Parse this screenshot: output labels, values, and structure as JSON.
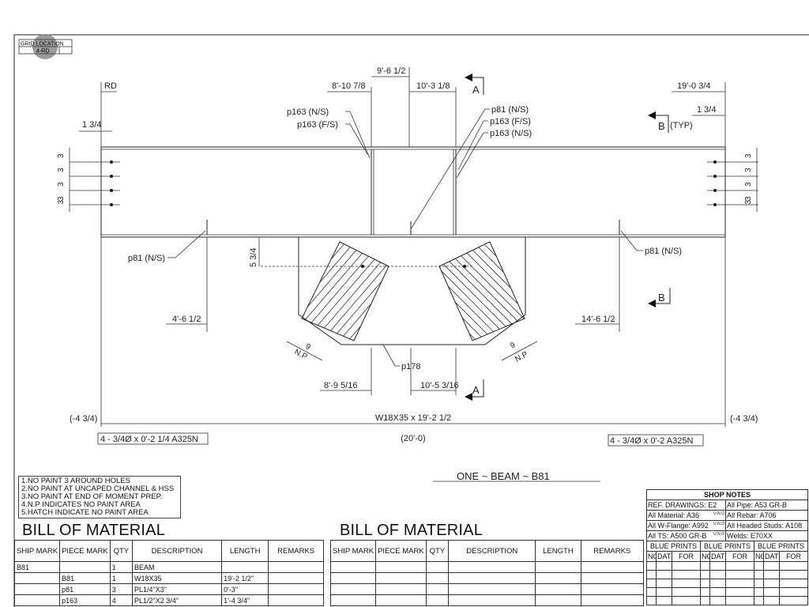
{
  "grid_location": {
    "label": "GRID LOCATION",
    "value": "4-RD"
  },
  "drawing": {
    "grid_line": "RD",
    "dims_top": {
      "d1": "9'-6 1/2",
      "d2": "8'-10 7/8",
      "d3": "10'-3 1/8",
      "d4": "19'-0 3/4",
      "d5": "1 3/4",
      "d6": "1 3/4"
    },
    "bolt_spacing": [
      "3",
      "3",
      "3",
      "3",
      "3"
    ],
    "section_a": "A",
    "section_b": "B",
    "section_b_typ": "(TYP)",
    "callouts": {
      "p163_ns_left": "p163 (N/S)",
      "p163_fs_left": "p163 (F/S)",
      "p81_ns_top": "p81 (N/S)",
      "p163_fs_right": "p163 (F/S)",
      "p163_ns_right": "p163 (N/S)",
      "p81_ns_left": "p81 (N/S)",
      "p81_ns_right": "p81 (N/S)",
      "p178": "p178"
    },
    "dims_mid": {
      "d_53_4": "5 3/4",
      "left_46": "4'-6 1/2",
      "right_146": "14'-6 1/2",
      "np_left_dim": "9",
      "np_right_dim": "9",
      "np": "N.P"
    },
    "dims_bottom": {
      "left": "8'-9 5/16",
      "right": "10'-5 3/16"
    },
    "beam_label": "W18X35 x 19'-2 1/2",
    "beam_overall": "(20'-0)",
    "end_left": "(-4 3/4)",
    "end_right": "(-4 3/4)",
    "bolts_left": "4 - 3/4Ø x 0'-2 1/4 A325N",
    "bolts_right": "4 - 3/4Ø x 0'-2 A325N",
    "title": "ONE ~ BEAM ~ B81"
  },
  "notes": [
    "1.NO PAINT 3 AROUND HOLES",
    "2.NO PAINT AT UNCAPED CHANNEL & HSS",
    "3.NO PAINT AT END OF MOMENT PREP.",
    "4.N.P INDICATES NO PAINT AREA",
    "5.HATCH INDICATE NO PAINT AREA"
  ],
  "bom_left": {
    "title": "BILL OF MATERIAL",
    "headers": [
      "SHIP MARK",
      "PIECE MARK",
      "QTY",
      "DESCRIPTION",
      "LENGTH",
      "REMARKS"
    ],
    "rows": [
      [
        "B81",
        "",
        "1",
        "BEAM",
        "",
        ""
      ],
      [
        "",
        "B81",
        "1",
        "W18X35",
        "19'-2 1/2\"",
        ""
      ],
      [
        "",
        "p81",
        "3",
        "PL1/4\"X3\"",
        "0'-3\"",
        ""
      ],
      [
        "",
        "p163",
        "4",
        "PL1/2\"X2 3/4\"",
        "1'-4 3/4\"",
        ""
      ]
    ]
  },
  "bom_right": {
    "title": "BILL OF MATERIAL",
    "headers": [
      "SHIP MARK",
      "PIECE MARK",
      "QTY",
      "DESCRIPTION",
      "LENGTH",
      "REMARKS"
    ]
  },
  "shop_notes": {
    "title": "SHOP NOTES",
    "ref_drawings": "REF. DRAWINGS:",
    "ref_value": "E2",
    "all_pipe": "All Pipe:",
    "all_pipe_value": "A53 GR-B",
    "all_material": "All Material:",
    "all_material_value": "A36",
    "all_rebar": "All Rebar:",
    "all_rebar_value": "A706",
    "all_wflange": "All W-Flange:",
    "all_wflange_value": "A992",
    "all_studs": "All Headed Studs:",
    "all_studs_value": "A108",
    "all_ts": "All TS:",
    "all_ts_value": "A500 GR-B",
    "welds": "Welds:",
    "welds_value": "E70XX",
    "uno": "U.N.O",
    "blue_prints": "BLUE PRINTS",
    "cols": [
      "NO.",
      "DATE",
      "FOR"
    ]
  }
}
